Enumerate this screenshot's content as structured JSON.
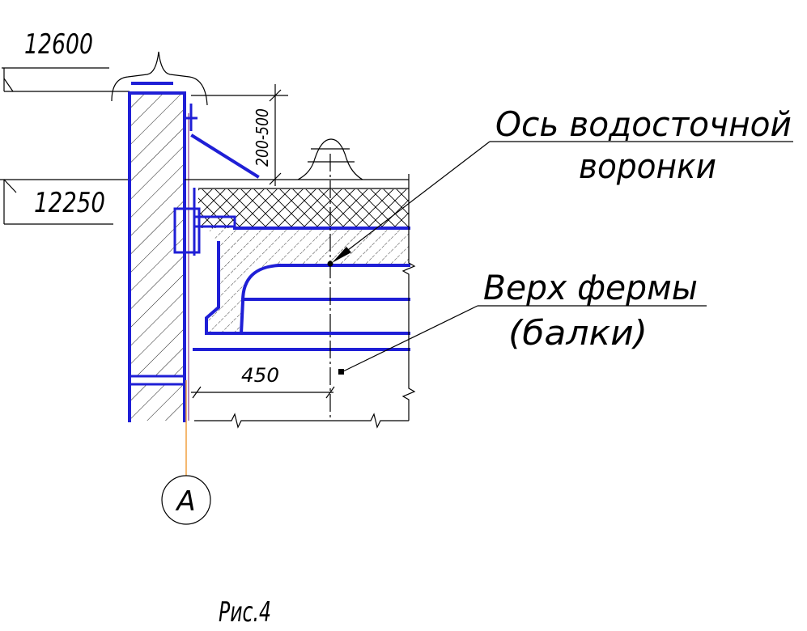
{
  "drawing": {
    "elevations": {
      "top": "12600",
      "roof": "12250"
    },
    "dimensions": {
      "parapet_height": "200-500",
      "offset": "450"
    },
    "callouts": {
      "drain_axis": {
        "line1": "Ось водосточной",
        "line2": "воронки"
      },
      "truss_top": {
        "line1": "Верх фермы",
        "line2": "(балки)"
      }
    },
    "axis_label": "А",
    "caption": "Рис.4"
  },
  "colors": {
    "structure": "#1f1fd6",
    "lines": "#000000",
    "axis_line": "#f0a040",
    "inner_face": "#a060a0"
  }
}
